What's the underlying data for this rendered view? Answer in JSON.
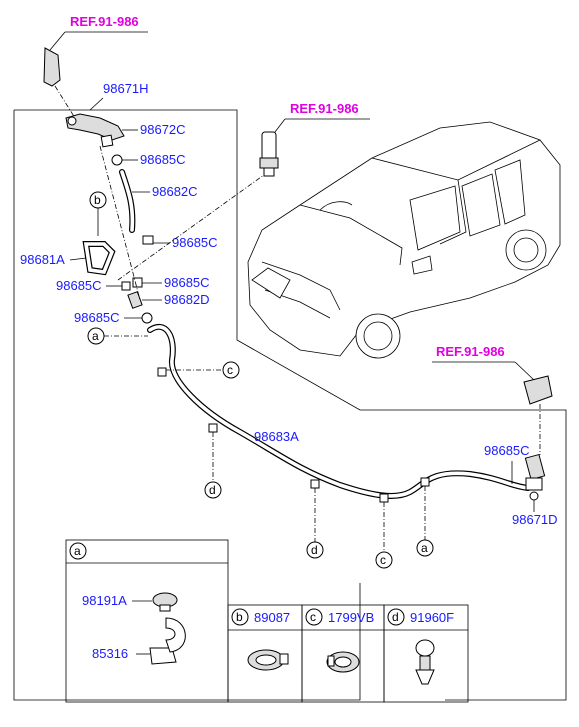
{
  "references": {
    "ref_top": "REF.91-986",
    "ref_mid": "REF.91-986",
    "ref_right": "REF.91-986"
  },
  "parts": {
    "p98671H": "98671H",
    "p98672C": "98672C",
    "p98685C_1": "98685C",
    "p98682C": "98682C",
    "p98685C_2": "98685C",
    "p98681A": "98681A",
    "p98685C_3": "98685C",
    "p98685C_4": "98685C",
    "p98682D": "98682D",
    "p98685C_5": "98685C",
    "p98683A": "98683A",
    "p98685C_6": "98685C",
    "p98671D": "98671D"
  },
  "callouts": {
    "a_top": "a",
    "b_top": "b",
    "c_top": "c",
    "d_left": "d",
    "d_mid": "d",
    "c_mid": "c",
    "a_mid": "a"
  },
  "detail_a": {
    "letter": "a",
    "part1": "98191A",
    "part2": "85316"
  },
  "detail_b": {
    "letter": "b",
    "part": "89087"
  },
  "detail_c": {
    "letter": "c",
    "part": "1799VB"
  },
  "detail_d": {
    "letter": "d",
    "part": "91960F"
  },
  "colors": {
    "part_number": "#1a1aff",
    "reference": "#e000e0",
    "line": "#000000"
  }
}
